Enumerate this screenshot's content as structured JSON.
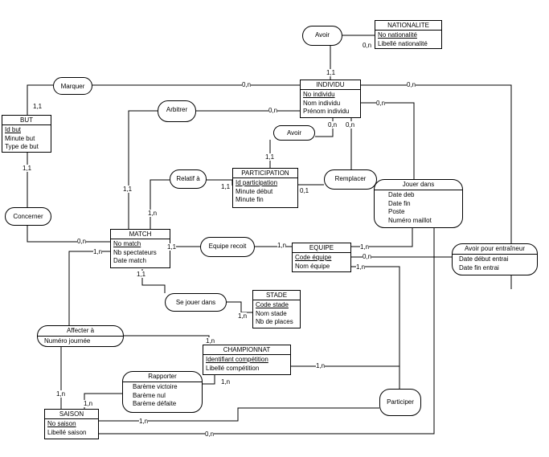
{
  "entities": {
    "nationalite": {
      "title": "NATIONALITE",
      "attrs": [
        "No nationalité",
        "Libellé nationalité"
      ]
    },
    "individu": {
      "title": "INDIVIDU",
      "attrs": [
        "No individu",
        "Nom individu",
        "Prénom individu"
      ]
    },
    "but": {
      "title": "BUT",
      "attrs": [
        "Id but",
        "Minute but",
        "Type de but"
      ]
    },
    "participation": {
      "title": "PARTICIPATION",
      "attrs": [
        "Id participation",
        "Minute début",
        "Minute fin"
      ]
    },
    "match": {
      "title": "MATCH",
      "attrs": [
        "No match",
        "Nb spectateurs",
        "Date match"
      ]
    },
    "equipe": {
      "title": "EQUIPE",
      "attrs": [
        "Code équipe",
        "Nom équipe"
      ]
    },
    "stade": {
      "title": "STADE",
      "attrs": [
        "Code stade",
        "Nom stade",
        "Nb de places"
      ]
    },
    "championnat": {
      "title": "CHAMPIONNAT",
      "attrs": [
        "Identifiant compétition",
        "Libellé compétition"
      ]
    },
    "saison": {
      "title": "SAISON",
      "attrs": [
        "No saison",
        "Libellé saison"
      ]
    }
  },
  "associations": {
    "avoir1": {
      "title": "Avoir"
    },
    "marquer": {
      "title": "Marquer"
    },
    "arbitrer": {
      "title": "Arbitrer"
    },
    "avoir2": {
      "title": "Avoir"
    },
    "relatif": {
      "title": "Relatif à"
    },
    "remplacer": {
      "title": "Remplacer"
    },
    "jouer": {
      "title": "Jouer dans",
      "attrs": [
        "Date deb",
        "Date fin",
        "Poste",
        "Numéro maillot"
      ]
    },
    "concerner": {
      "title": "Concerner"
    },
    "equipe_recoit": {
      "title": "Equipe recoit"
    },
    "entraineur": {
      "title": "Avoir pour entraîneur",
      "attrs": [
        "Date début entrai",
        "Date fin entrai"
      ]
    },
    "se_jouer": {
      "title": "Se jouer dans"
    },
    "affecter": {
      "title": "Affecter à",
      "attrs": [
        "Numéro journée"
      ]
    },
    "rapporter": {
      "title": "Rapporter",
      "attrs": [
        "Barème victoire",
        "Barème nul",
        "Barème défaite"
      ]
    },
    "participer": {
      "title": "Participer"
    }
  },
  "cardinalities": {
    "avoir1_nat": "0,n",
    "avoir1_ind": "1,1",
    "marquer_ind": "0,n",
    "marquer_but": "1,1",
    "entraineur_ind": "0,n",
    "arbitrer_ind": "0,n",
    "jouer_ind": "0,n",
    "avoir2_ind": "0,n",
    "avoir2_part": "1,1",
    "remplacer_ind": "0,n",
    "remplacer_part": "0,1",
    "relatif_part": "1,1",
    "relatif_match": "1,n",
    "arbitrer_match": "1,1",
    "concerner_but": "1,1",
    "concerner_match": "0,n",
    "match_affecter": "1,n",
    "match_recoit": "1,1",
    "recoit_equipe": "1,n",
    "jouer_equipe": "1,n",
    "entraineur_equipe": "0,n",
    "participer_equipe": "1,n",
    "match_sejouer": "1,1",
    "sejouer_stade": "1,n",
    "affecter_champ": "1,n",
    "affecter_saison": "1,n",
    "rapporter_champ": "1,n",
    "rapporter_saison": "1,n",
    "participer_champ": "1,n",
    "participer_saison": "1,n",
    "saison_entraineur": "0,n"
  }
}
